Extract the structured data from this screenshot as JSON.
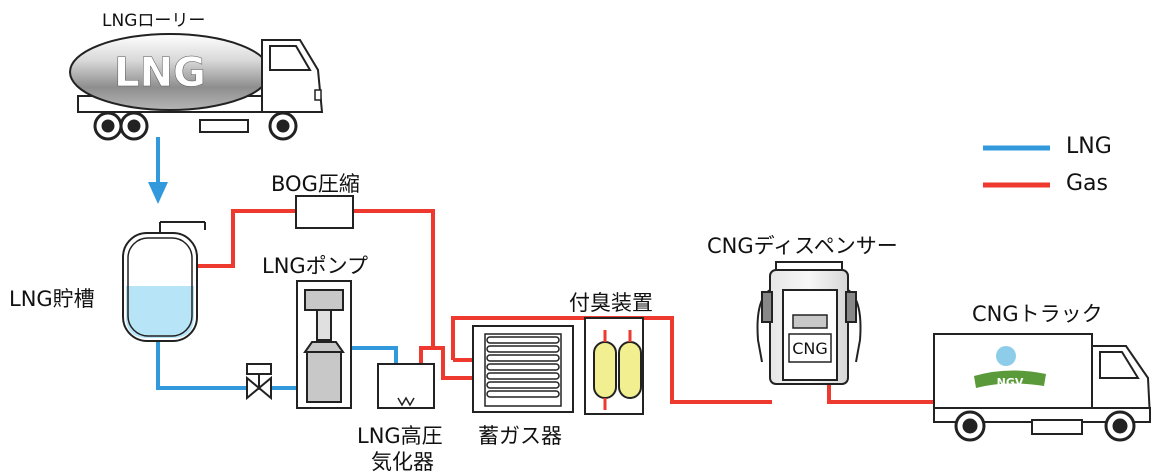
{
  "labels": {
    "lorry": "LNGローリー",
    "lorry_tank_text": "LNG",
    "bog": "BOG圧縮",
    "tank": "LNG貯槽",
    "pump": "LNGポンプ",
    "vaporizer_line1": "LNG高圧",
    "vaporizer_line2": "気化器",
    "storage": "蓄ガス器",
    "odorizer": "付臭装置",
    "dispenser": "CNGディスペンサー",
    "dispenser_sign": "CNG",
    "truck": "CNGトラック",
    "truck_logo": "NGV"
  },
  "legend": [
    {
      "label": "LNG",
      "color": "#3399dd"
    },
    {
      "label": "Gas",
      "color": "#ee3a2e"
    }
  ],
  "colors": {
    "lng_line": "#3399dd",
    "gas_line": "#ee3a2e",
    "tank_liquid": "#b7e4f7",
    "odorizer_fill": "#f1ef8f",
    "vehicle_gray": "#c8c8c8",
    "logo_green": "#5a9a3a"
  }
}
